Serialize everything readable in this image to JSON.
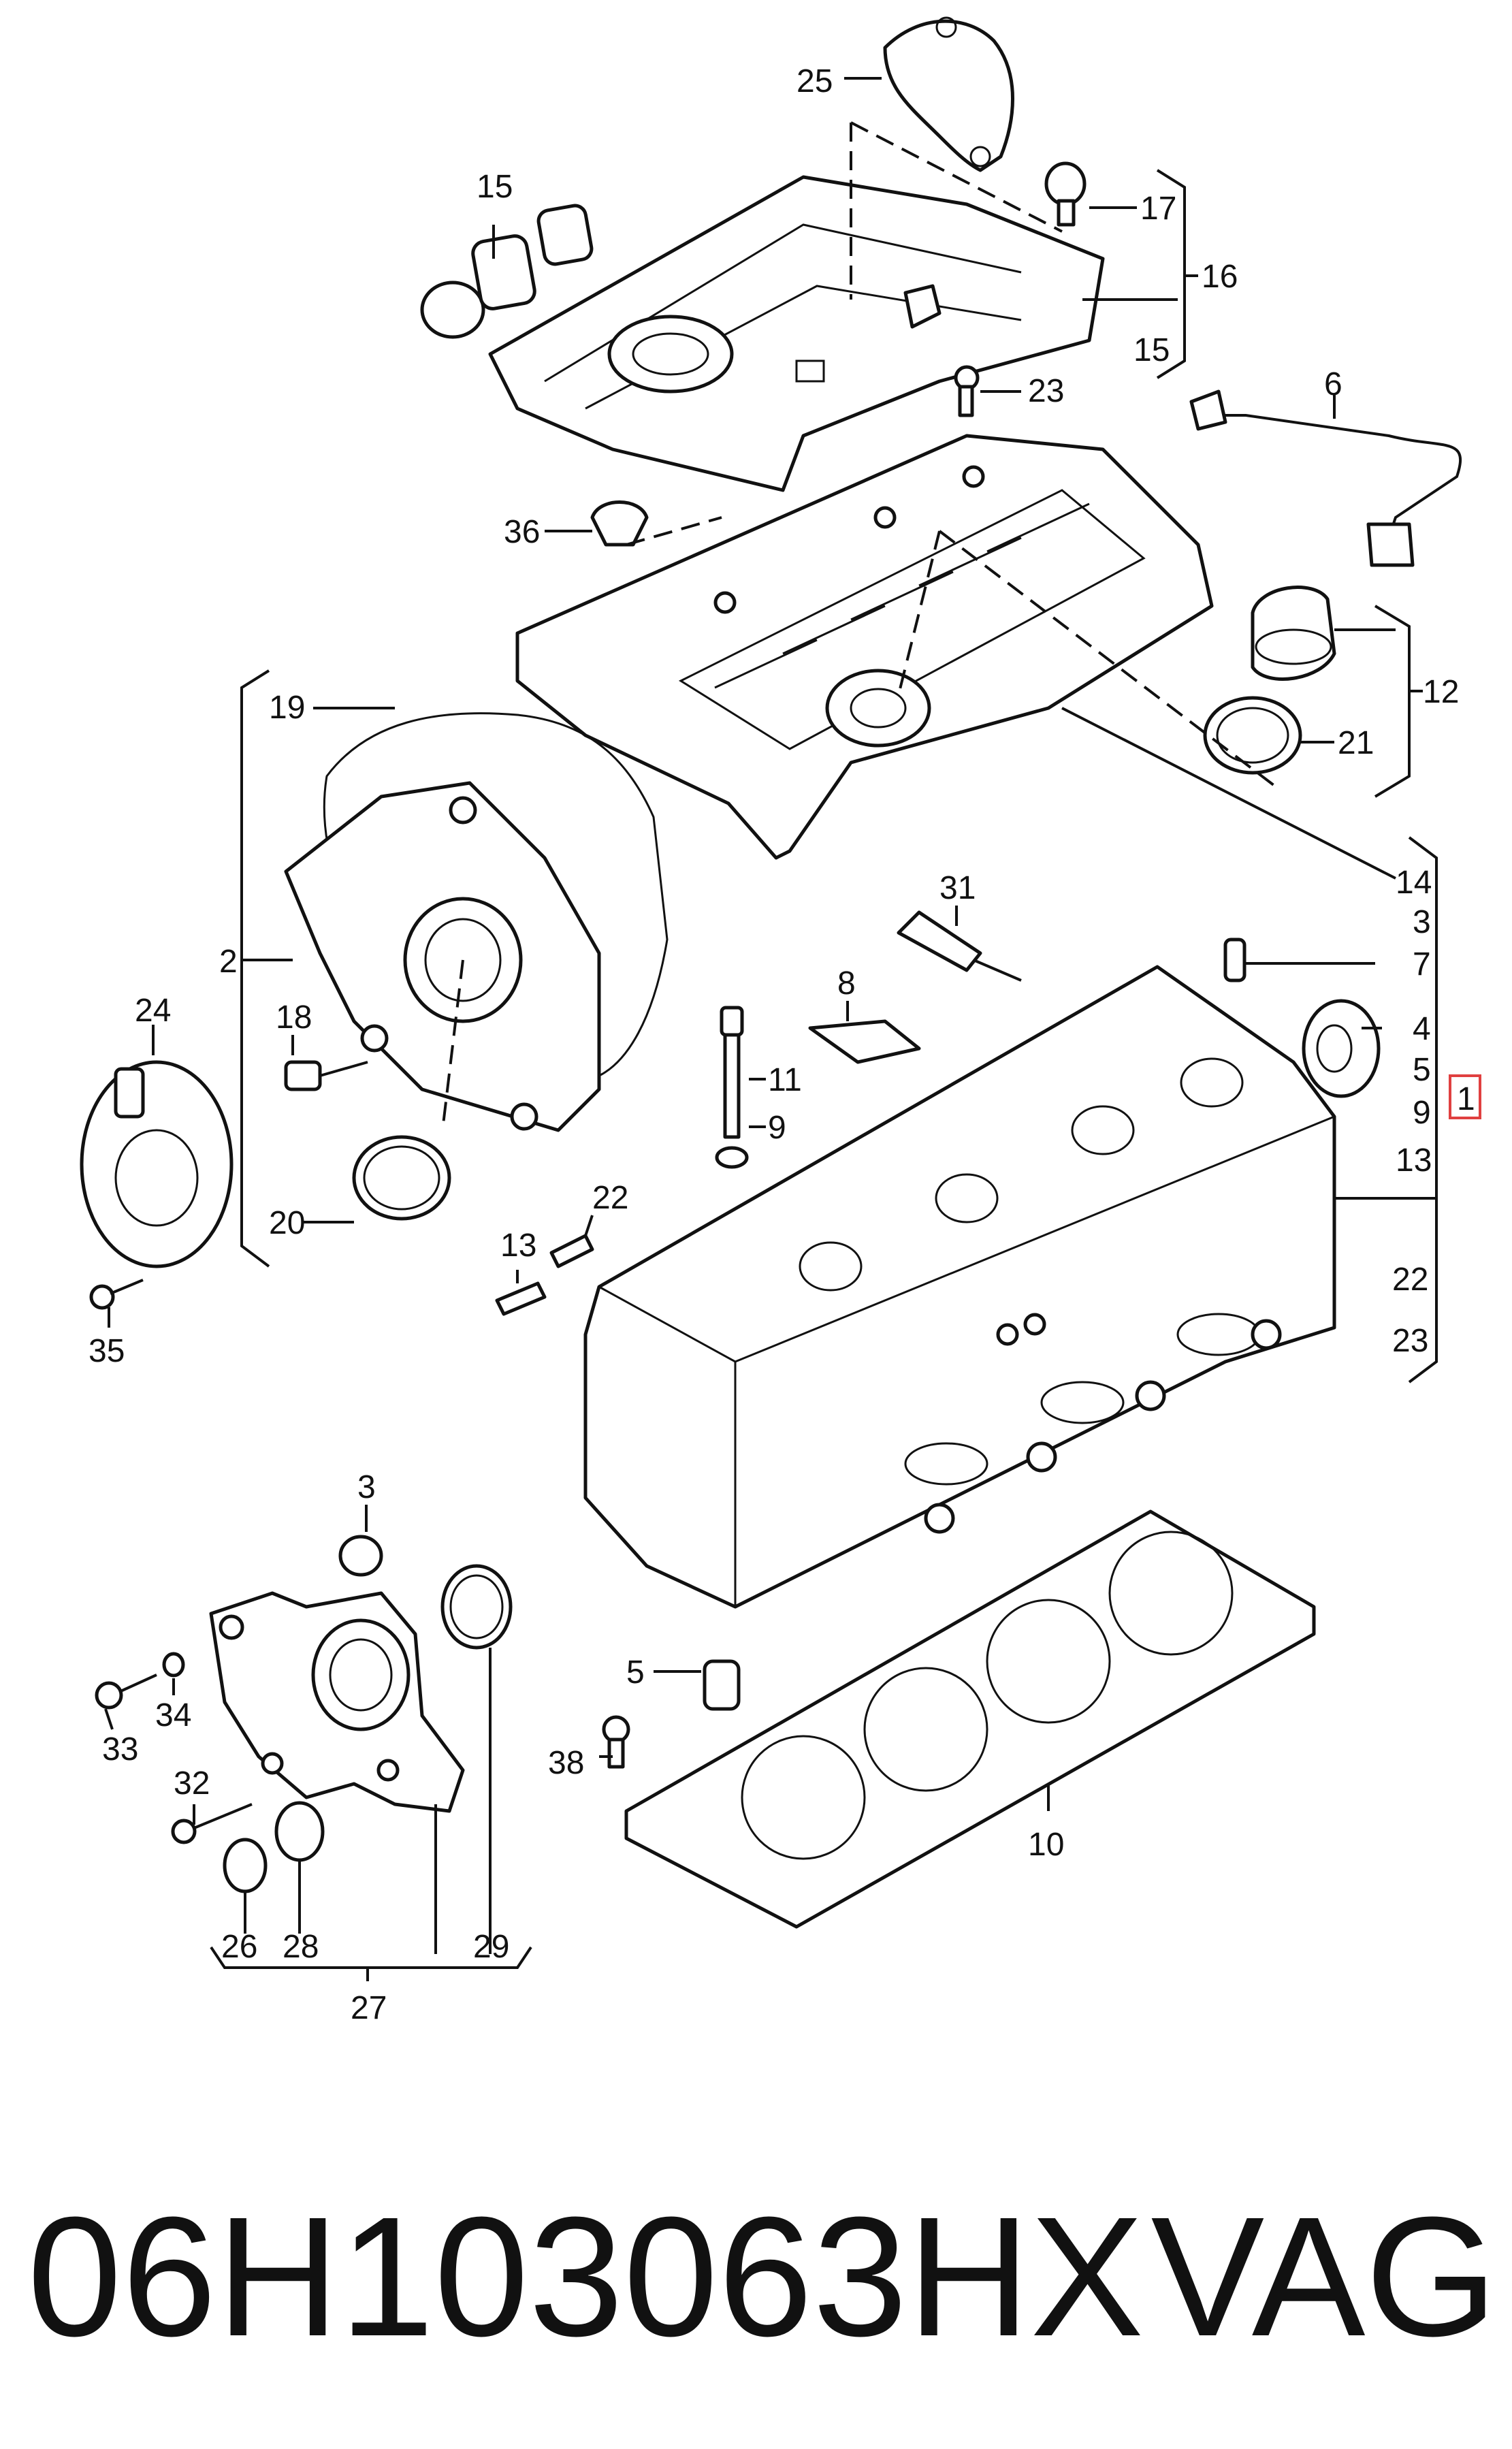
{
  "labels": {
    "l25": "25",
    "l15a": "15",
    "l17": "17",
    "l16": "16",
    "l15b": "15",
    "l23a": "23",
    "l6": "6",
    "l36": "36",
    "l19": "19",
    "l12": "12",
    "l21": "21",
    "l14": "14",
    "l3a": "3",
    "l7": "7",
    "l31": "31",
    "l2": "2",
    "l8": "8",
    "l24": "24",
    "l18": "18",
    "l11": "11",
    "l4": "4",
    "l5a": "5",
    "l9a": "9",
    "l1": "1",
    "l9b": "9",
    "l13a": "13",
    "l20": "20",
    "l22a": "22",
    "l13b": "13",
    "l22b": "22",
    "l23b": "23",
    "l35": "35",
    "l3b": "3",
    "l5b": "5",
    "l33": "33",
    "l34": "34",
    "l32": "32",
    "l38": "38",
    "l10": "10",
    "l26": "26",
    "l28": "28",
    "l29": "29",
    "l27": "27"
  },
  "part_number": "06H103063HX",
  "manufacturer": "VAG",
  "colors": {
    "line": "#111111",
    "highlight_box": "#e04040"
  }
}
